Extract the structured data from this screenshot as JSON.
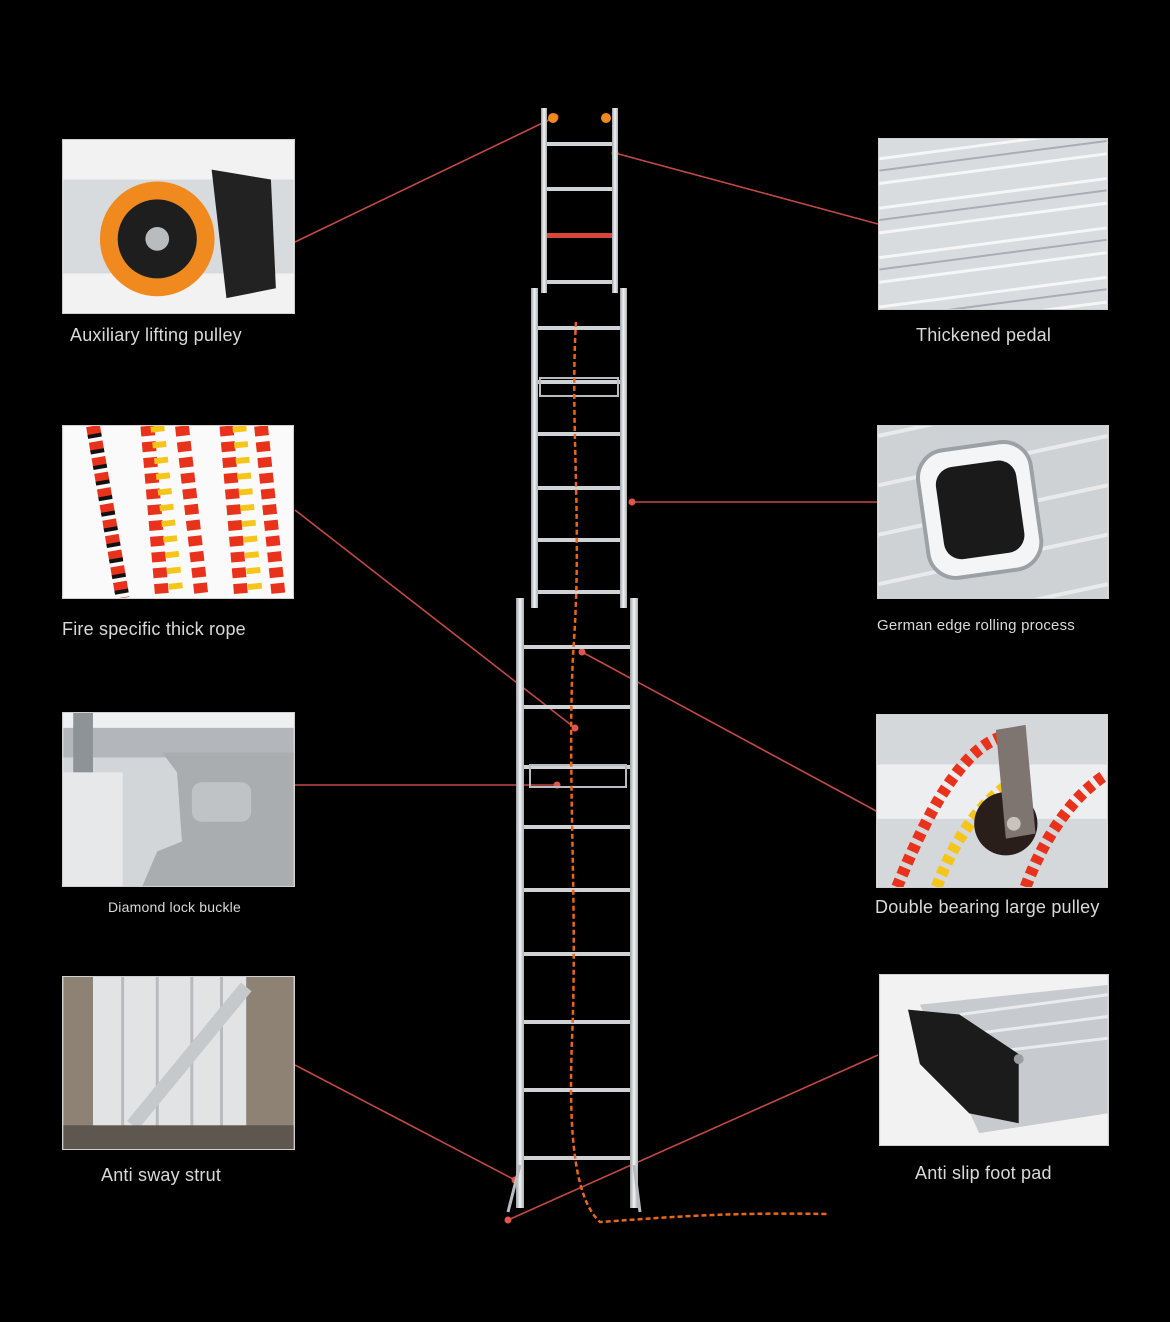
{
  "features": [
    {
      "id": "auxiliary-lifting-pulley",
      "label": "Auxiliary lifting pulley",
      "icon": "pulley-wheel-icon"
    },
    {
      "id": "thickened-pedal",
      "label": "Thickened pedal",
      "icon": "ribbed-aluminum-icon"
    },
    {
      "id": "fire-specific-thick-rope",
      "label": "Fire specific thick rope",
      "icon": "rope-icon"
    },
    {
      "id": "german-edge-rolling-process",
      "label": "German edge rolling process",
      "icon": "rolled-edge-hole-icon"
    },
    {
      "id": "diamond-lock-buckle",
      "label": "Diamond lock buckle",
      "icon": "lock-buckle-icon"
    },
    {
      "id": "double-bearing-large-pulley",
      "label": "Double bearing large pulley",
      "icon": "large-pulley-icon"
    },
    {
      "id": "anti-sway-strut",
      "label": "Anti sway strut",
      "icon": "strut-icon"
    },
    {
      "id": "anti-slip-foot-pad",
      "label": "Anti slip foot pad",
      "icon": "foot-pad-icon"
    }
  ],
  "colors": {
    "background": "#000000",
    "connector": "#c24a45",
    "caption": "#d9d9d9",
    "aluminum": "#d6d9dc",
    "rope_red": "#e8321c",
    "rope_yellow": "#f5c51a",
    "pulley_orange": "#f08a1e"
  }
}
